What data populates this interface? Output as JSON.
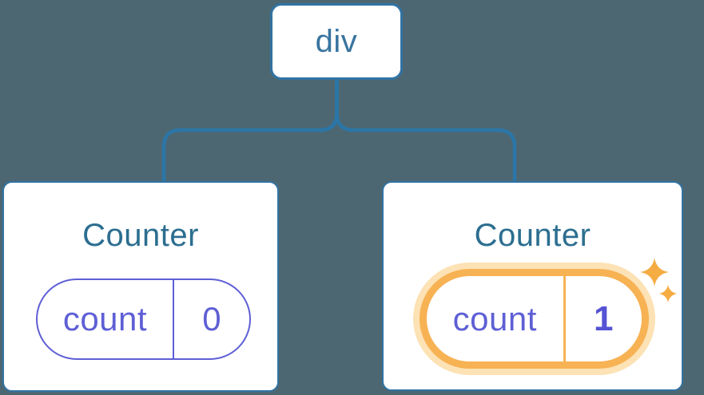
{
  "theme": {
    "background": "#4D6772",
    "card_bg": "#FFFFFF",
    "card_border": "#3173A3",
    "connector": "#2B76A8",
    "root_label_color": "#39749F",
    "component_label_color": "#2C6E90",
    "state_color": "#5E5FD5",
    "state_value_bold": "#5553D4",
    "highlight_ring": "#F7B254",
    "highlight_halo": "#FCE2B4",
    "sparkle_color": "#F5AC42"
  },
  "tree": {
    "root": {
      "label": "div"
    },
    "children": [
      {
        "label": "Counter",
        "state": {
          "key": "count",
          "value": "0"
        },
        "highlighted": false
      },
      {
        "label": "Counter",
        "state": {
          "key": "count",
          "value": "1"
        },
        "highlighted": true
      }
    ]
  }
}
